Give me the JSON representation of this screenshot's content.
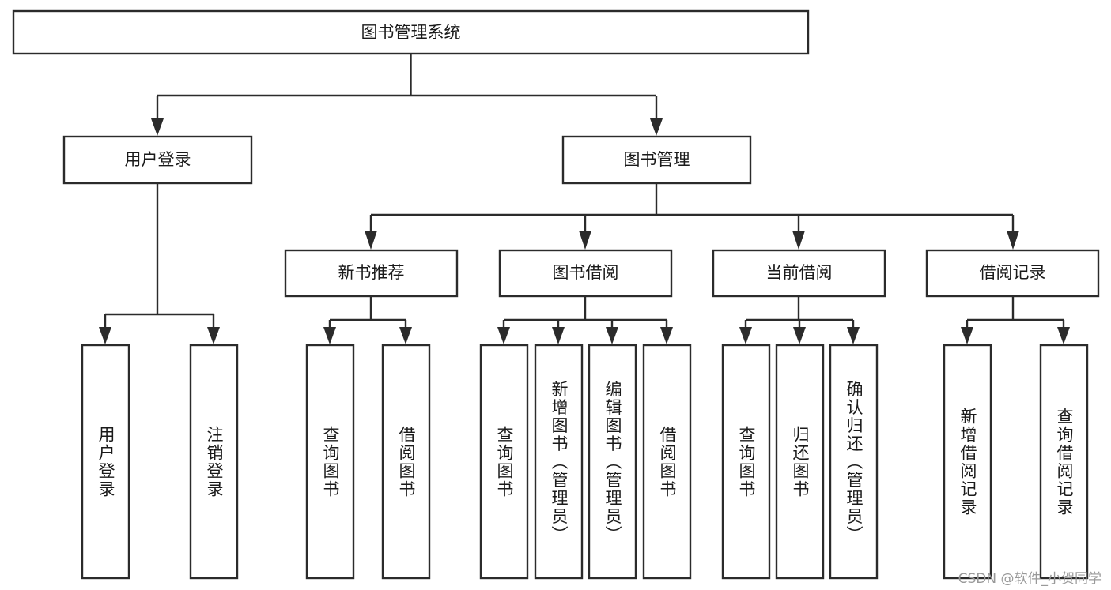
{
  "diagram": {
    "title": "图书管理系统",
    "type": "tree",
    "watermark": "CSDN @软件_小贺同学",
    "colors": {
      "stroke": "#2b2b2b",
      "fill": "#ffffff",
      "text": "#1a1a1a",
      "watermark": "#9a9a9a",
      "background": "#ffffff"
    },
    "root": {
      "label": "图书管理系统"
    },
    "level2": [
      {
        "label": "用户登录"
      },
      {
        "label": "图书管理"
      }
    ],
    "level3": [
      {
        "label": "新书推荐"
      },
      {
        "label": "图书借阅"
      },
      {
        "label": "当前借阅"
      },
      {
        "label": "借阅记录"
      }
    ],
    "leaves": {
      "user_login": [
        {
          "label": "用户登录"
        },
        {
          "label": "注销登录"
        }
      ],
      "new_book_recommend": [
        {
          "label": "查询图书"
        },
        {
          "label": "借阅图书"
        }
      ],
      "book_borrow": [
        {
          "label": "查询图书"
        },
        {
          "label": "新增图书（管理员）"
        },
        {
          "label": "编辑图书（管理员）"
        },
        {
          "label": "借阅图书"
        }
      ],
      "current_borrow": [
        {
          "label": "查询图书"
        },
        {
          "label": "归还图书"
        },
        {
          "label": "确认归还（管理员）"
        }
      ],
      "borrow_records": [
        {
          "label": "新增借阅记录"
        },
        {
          "label": "查询借阅记录"
        }
      ]
    }
  }
}
